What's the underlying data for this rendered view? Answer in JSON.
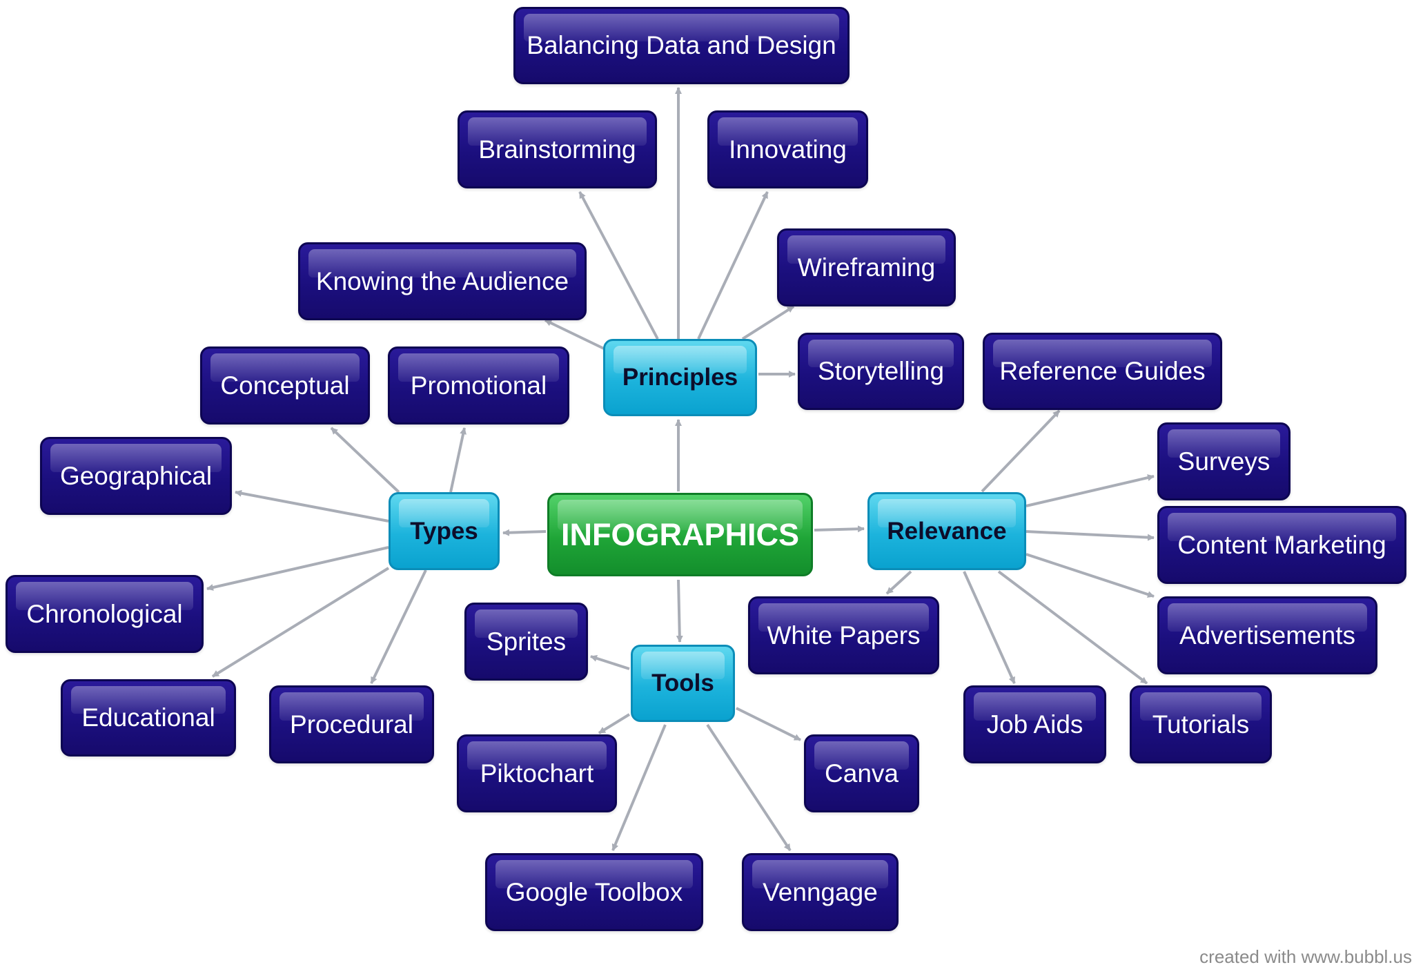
{
  "root": {
    "label": "INFOGRAPHICS"
  },
  "branches": {
    "principles": {
      "label": "Principles"
    },
    "types": {
      "label": "Types"
    },
    "relevance": {
      "label": "Relevance"
    },
    "tools": {
      "label": "Tools"
    }
  },
  "principles_items": [
    "Balancing Data and Design",
    "Brainstorming",
    "Innovating",
    "Knowing the Audience",
    "Wireframing",
    "Storytelling"
  ],
  "types_items": [
    "Conceptual",
    "Promotional",
    "Geographical",
    "Chronological",
    "Educational",
    "Procedural"
  ],
  "relevance_items": [
    "Reference Guides",
    "Surveys",
    "Content Marketing",
    "White Papers",
    "Advertisements",
    "Job Aids",
    "Tutorials"
  ],
  "tools_items": [
    "Sprites",
    "Piktochart",
    "Canva",
    "Google Toolbox",
    "Venngage"
  ],
  "footer": "created with www.bubbl.us"
}
